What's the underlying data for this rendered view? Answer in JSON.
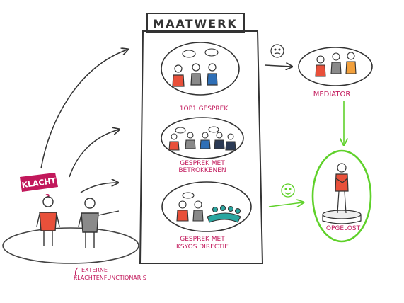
{
  "title": "MAATWERK",
  "complaint_tag": "KLACHT",
  "left_caption": [
    "EXTERNE",
    "KLACHTENFUNCTIONARIS"
  ],
  "steps": [
    {
      "label": [
        "1OP1 GESPREK"
      ]
    },
    {
      "label": [
        "GESPREK MET",
        "BETROKKENEN"
      ]
    },
    {
      "label": [
        "GESPREK MET",
        "KSYOS DIRECTIE"
      ]
    }
  ],
  "mediator_label": "MEDIATOR",
  "resolved_label": "OPGELOST",
  "colors": {
    "red": "#e8503a",
    "blue": "#2f6fb6",
    "orange": "#f2a03c",
    "teal": "#2aa6a0",
    "navy": "#2b3a55",
    "gray": "#8a8a8a",
    "pink": "#c2185b",
    "green": "#5fd12a",
    "ink": "#333333"
  }
}
